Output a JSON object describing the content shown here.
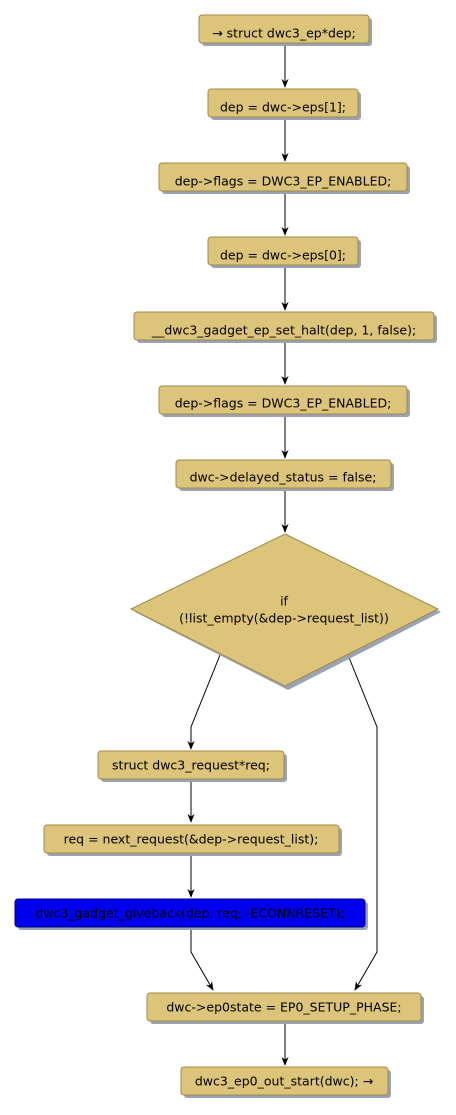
{
  "colors": {
    "node_fill": "#dcc47a",
    "node_border": "#a08a48",
    "shadow": "#9aa3b4",
    "highlight_fill": "#0000ee",
    "highlight_border": "#000080",
    "edge": "#000000"
  },
  "nodes": {
    "n0": "→ struct dwc3_ep*dep;",
    "n1": "dep = dwc->eps[1];",
    "n2": "dep->flags = DWC3_EP_ENABLED;",
    "n3": "dep = dwc->eps[0];",
    "n4": "__dwc3_gadget_ep_set_halt(dep, 1, false);",
    "n5": "dep->flags = DWC3_EP_ENABLED;",
    "n6": "dwc->delayed_status = false;",
    "decision_line1": "if",
    "decision_line2": "(!list_empty(&dep->request_list))",
    "n7": "struct dwc3_request*req;",
    "n8": "req = next_request(&dep->request_list);",
    "n9": "dwc3_gadget_giveback(dep, req, -ECONNRESET);",
    "n10": "dwc->ep0state = EP0_SETUP_PHASE;",
    "n11": "dwc3_ep0_out_start(dwc); →"
  }
}
